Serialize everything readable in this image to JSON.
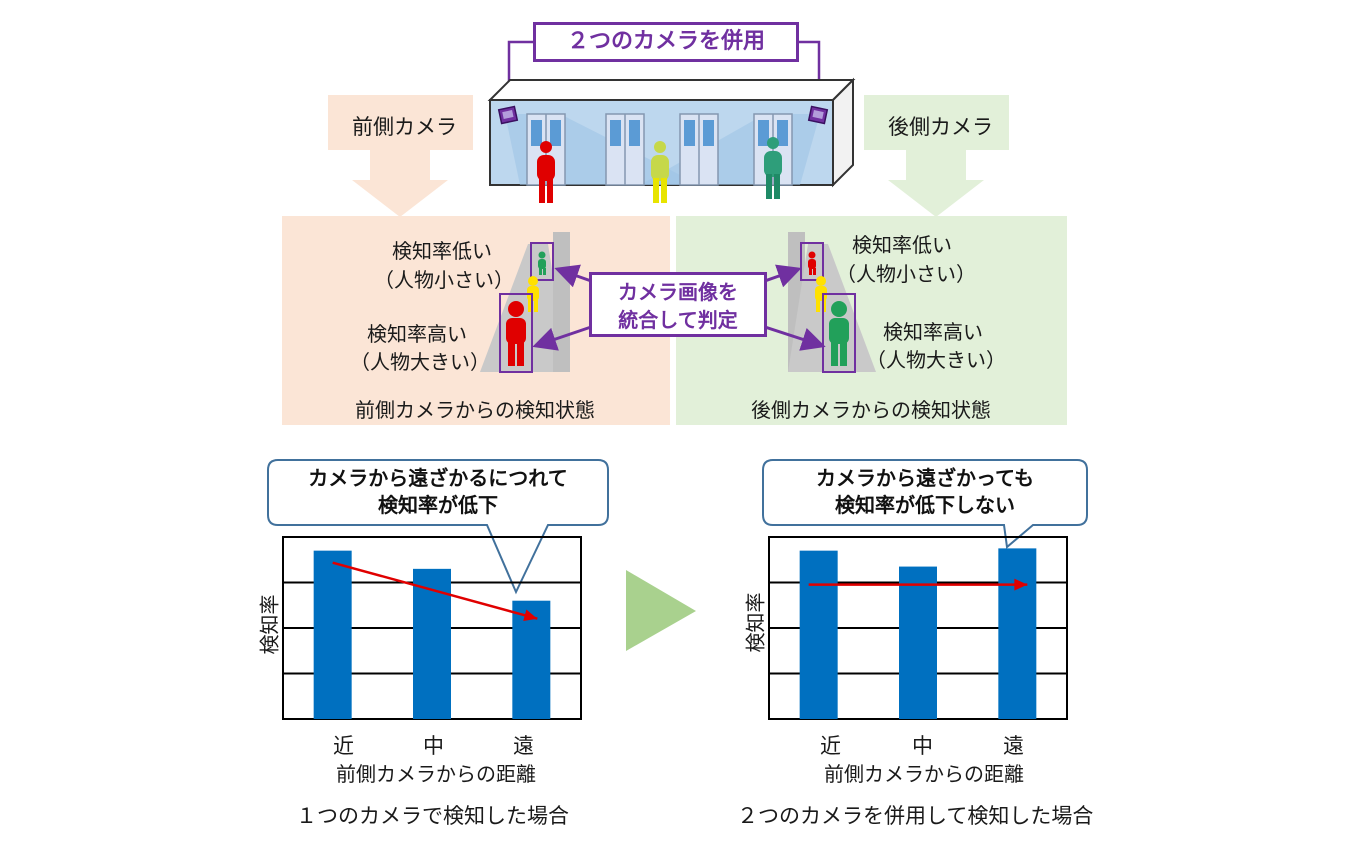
{
  "top_banner": "２つのカメラを併用",
  "front_camera_label": "前側カメラ",
  "rear_camera_label": "後側カメラ",
  "center_box": {
    "line1": "カメラ画像を",
    "line2": "統合して判定"
  },
  "front_panel": {
    "low_rate": "検知率低い",
    "low_rate_note": "（人物小さい）",
    "high_rate": "検知率高い",
    "high_rate_note": "（人物大きい）",
    "caption": "前側カメラからの検知状態"
  },
  "rear_panel": {
    "low_rate": "検知率低い",
    "low_rate_note": "（人物小さい）",
    "high_rate": "検知率高い",
    "high_rate_note": "（人物大きい）",
    "caption": "後側カメラからの検知状態"
  },
  "left_callout": {
    "line1": "カメラから遠ざかるにつれて",
    "line2": "検知率が低下"
  },
  "right_callout": {
    "line1": "カメラから遠ざかっても",
    "line2": "検知率が低下しない"
  },
  "left_caption": "１つのカメラで検知した場合",
  "right_caption": "２つのカメラを併用して検知した場合",
  "colors": {
    "purple": "#7030a0",
    "bar": "#0070c0",
    "red": "#e00000",
    "arrow_green": "#a9d18e",
    "front_bg": "#fbe5d6",
    "rear_bg": "#e2f0d9"
  },
  "chart_data": [
    {
      "type": "bar",
      "categories": [
        "近",
        "中",
        "遠"
      ],
      "values": [
        3.7,
        3.3,
        2.6
      ],
      "ylim": [
        0,
        4
      ],
      "xlabel": "前側カメラからの距離",
      "ylabel": "検知率",
      "grid": true,
      "trend_arrow": "decreasing"
    },
    {
      "type": "bar",
      "categories": [
        "近",
        "中",
        "遠"
      ],
      "values": [
        3.7,
        3.35,
        3.75
      ],
      "ylim": [
        0,
        4
      ],
      "xlabel": "前側カメラからの距離",
      "ylabel": "検知率",
      "grid": true,
      "trend_arrow": "flat"
    }
  ]
}
